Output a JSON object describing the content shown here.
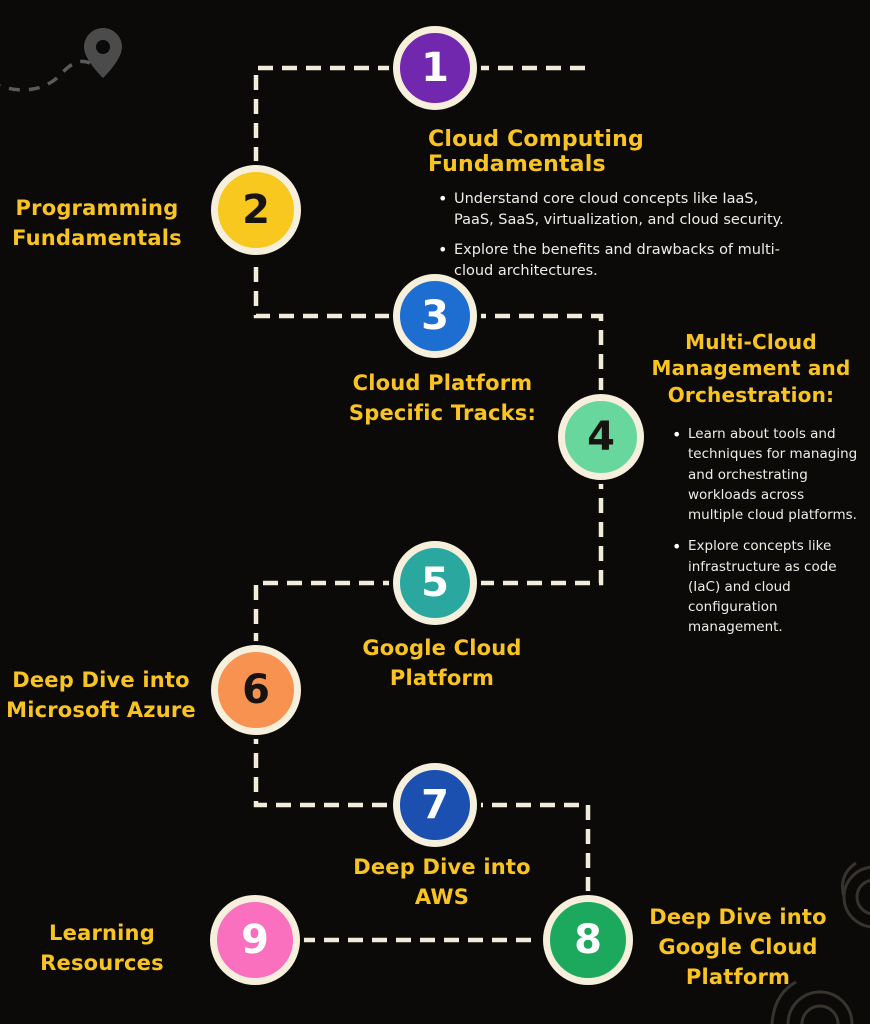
{
  "colors": {
    "background": "#0c0a08",
    "accent": "#f9c421",
    "path": "#f3ecda",
    "body_text": "#f0ede6"
  },
  "steps": [
    {
      "number": "1",
      "color": "#7127ae",
      "number_color": "#ffffff",
      "title": "Cloud Computing Fundamentals",
      "bullets": [
        "Understand core cloud concepts like IaaS, PaaS, SaaS, virtualization, and cloud security.",
        "Explore the benefits and drawbacks of multi-cloud architectures."
      ]
    },
    {
      "number": "2",
      "color": "#f8c81f",
      "number_color": "#171310",
      "title": "Programming Fundamentals"
    },
    {
      "number": "3",
      "color": "#1e6ed1",
      "number_color": "#ffffff",
      "title": "Cloud Platform Specific Tracks:"
    },
    {
      "number": "4",
      "color": "#67d79d",
      "number_color": "#171310",
      "title": "Multi-Cloud Management and Orchestration:",
      "bullets": [
        "Learn about tools and techniques for managing and orchestrating workloads across multiple cloud platforms.",
        "Explore concepts like infrastructure as code (IaC) and cloud configuration management."
      ]
    },
    {
      "number": "5",
      "color": "#2aa79f",
      "number_color": "#ffffff",
      "title": "Google Cloud Platform"
    },
    {
      "number": "6",
      "color": "#f79250",
      "number_color": "#171310",
      "title": "Deep Dive into Microsoft Azure"
    },
    {
      "number": "7",
      "color": "#1b4fb0",
      "number_color": "#ffffff",
      "title": "Deep Dive into AWS"
    },
    {
      "number": "8",
      "color": "#1ca95d",
      "number_color": "#ffffff",
      "title": "Deep Dive into Google Cloud Platform"
    },
    {
      "number": "9",
      "color": "#fa70be",
      "number_color": "#ffffff",
      "title": "Learning Resources"
    }
  ],
  "decorations": {
    "map_pin": "map-pin-icon",
    "spirals": "spiral-decoration"
  }
}
